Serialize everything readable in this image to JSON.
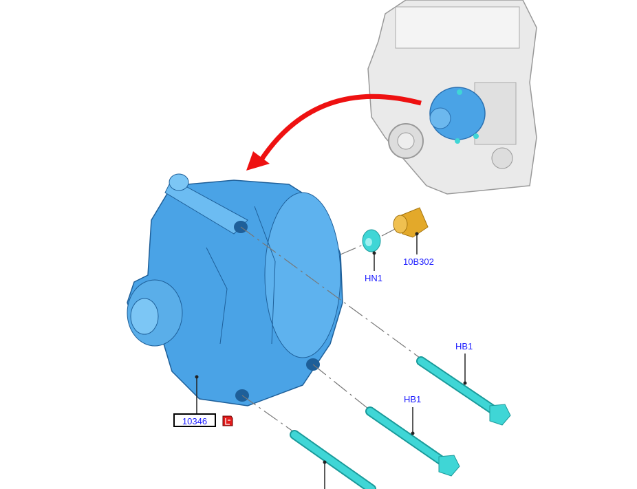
{
  "callouts": {
    "alternator": "10346",
    "nut": "HN1",
    "bushing": "10B302",
    "bolt_upper": "HB1",
    "bolt_middle": "HB1"
  },
  "icons": {
    "document": "document-icon"
  },
  "colors": {
    "alternator": "#4aa3e6",
    "bolt": "#3fd6d6",
    "bushing": "#e3a92a",
    "arrow": "#ee1111",
    "label": "#1a1aff",
    "engine": "#e8e8e8"
  }
}
